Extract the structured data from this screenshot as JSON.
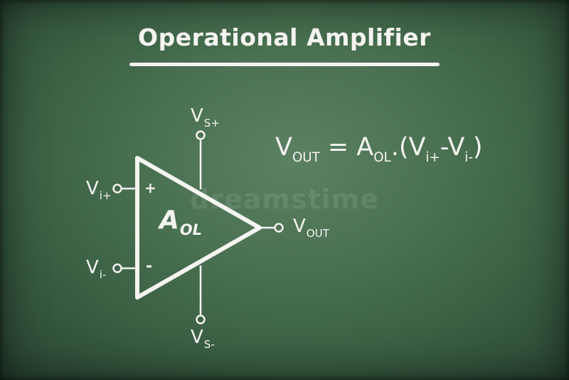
{
  "title": "Operational Amplifier",
  "watermark": "dreamstime",
  "amplifier": {
    "gain_main": "A",
    "gain_sub": "OL",
    "plus_sign": "+",
    "minus_sign": "-"
  },
  "terminals": {
    "vs_plus": {
      "main": "V",
      "sub": "S+"
    },
    "vs_minus": {
      "main": "V",
      "sub": "S-"
    },
    "vi_plus": {
      "main": "V",
      "sub": "i+"
    },
    "vi_minus": {
      "main": "V",
      "sub": "i-"
    },
    "vout": {
      "main": "V",
      "sub": "OUT"
    }
  },
  "formula": {
    "lhs_main": "V",
    "lhs_sub": "OUT",
    "equals": " = ",
    "gain_main": "A",
    "gain_sub": "OL",
    "dot_open": ".(",
    "v1_main": "V",
    "v1_sub": "i+",
    "minus": "-",
    "v2_main": "V",
    "v2_sub": "i-",
    "close": ")"
  },
  "colors": {
    "chalk": "#f4f4f0",
    "board": "#4a7152"
  }
}
